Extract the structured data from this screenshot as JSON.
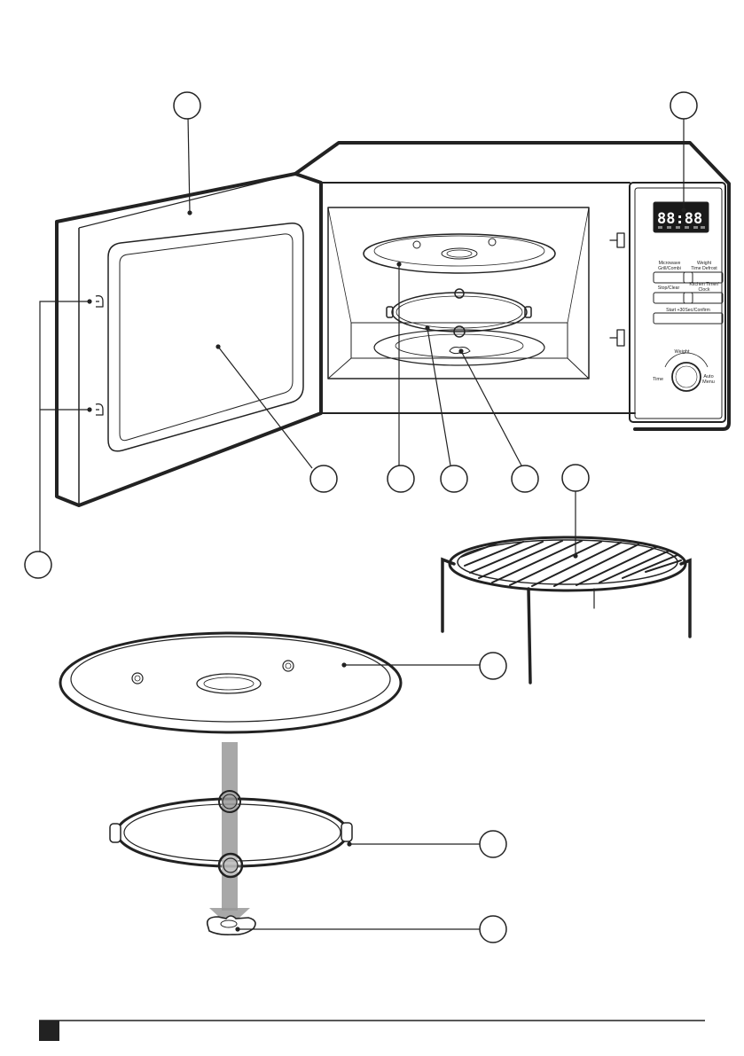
{
  "control_panel": {
    "display_digits": "88:88",
    "button_microwave": "Microwave",
    "button_grill_combi": "Grill/Combi",
    "button_weight_line1": "Weight",
    "button_weight_line2": "Time Defrost",
    "button_stop_clear": "Stop/Clear",
    "button_kitchen_timer_line1": "Kitchen Timer/",
    "button_kitchen_timer_line2": "Clock",
    "button_start": "Start +30Sec/Confirm",
    "dial_weight": "Weight",
    "dial_time": "Time",
    "dial_auto_line1": "Auto",
    "dial_auto_line2": "Menu"
  },
  "colors": {
    "outline": "#222222",
    "display_bg": "#1a1a1a",
    "arrow": "#999999"
  }
}
